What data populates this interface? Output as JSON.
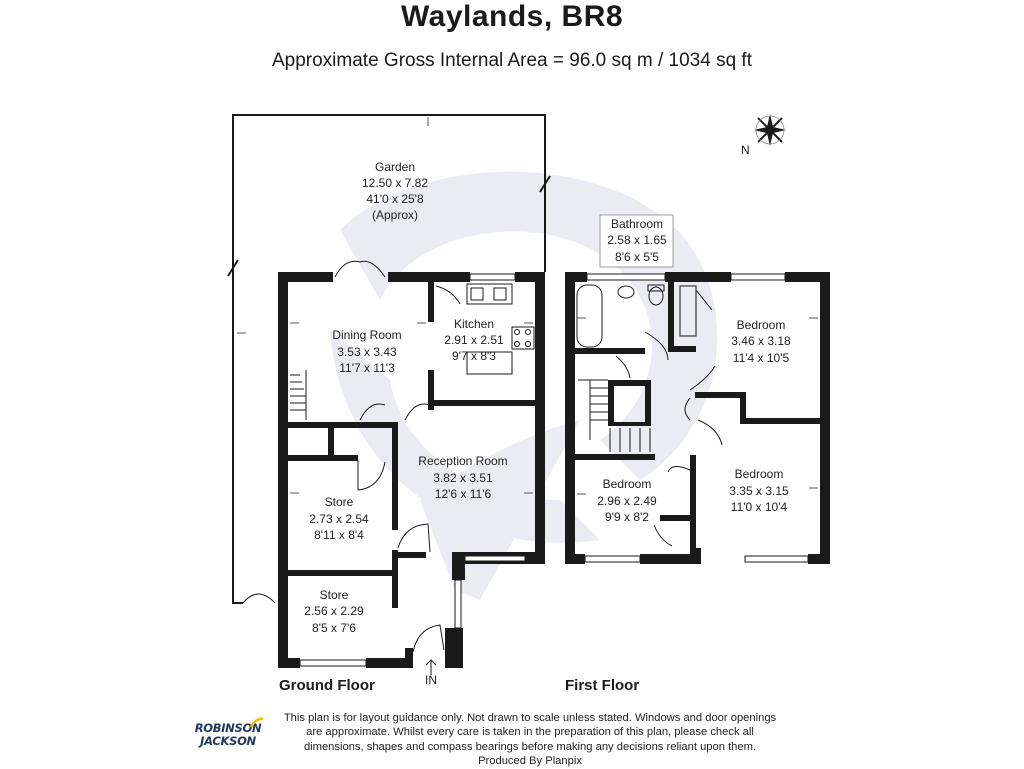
{
  "header": {
    "title": "Waylands, BR8",
    "area": "Approximate Gross Internal Area = 96.0 sq m / 1034 sq ft"
  },
  "rooms": {
    "garden": {
      "name": "Garden",
      "metric": "12.50 x 7.82",
      "imperial": "41'0 x 25'8",
      "note": "(Approx)"
    },
    "dining": {
      "name": "Dining Room",
      "metric": "3.53 x 3.43",
      "imperial": "11'7 x 11'3"
    },
    "kitchen": {
      "name": "Kitchen",
      "metric": "2.91 x 2.51",
      "imperial": "9'7 x 8'3"
    },
    "reception": {
      "name": "Reception Room",
      "metric": "3.82 x 3.51",
      "imperial": "12'6 x 11'6"
    },
    "store1": {
      "name": "Store",
      "metric": "2.73 x 2.54",
      "imperial": "8'11 x 8'4"
    },
    "store2": {
      "name": "Store",
      "metric": "2.56 x 2.29",
      "imperial": "8'5 x 7'6"
    },
    "bathroom": {
      "name": "Bathroom",
      "metric": "2.58 x 1.65",
      "imperial": "8'6 x 5'5"
    },
    "bedroom1": {
      "name": "Bedroom",
      "metric": "3.46 x 3.18",
      "imperial": "11'4 x 10'5"
    },
    "bedroom2": {
      "name": "Bedroom",
      "metric": "3.35 x 3.15",
      "imperial": "11'0 x 10'4"
    },
    "bedroom3": {
      "name": "Bedroom",
      "metric": "2.96 x 2.49",
      "imperial": "9'9 x 8'2"
    }
  },
  "labels": {
    "ground_floor": "Ground Floor",
    "first_floor": "First Floor",
    "entrance": "IN",
    "north": "N"
  },
  "logo": {
    "line1": "ROBINSON",
    "line2": "JACKSON"
  },
  "disclaimer": {
    "line1": "This plan is for layout guidance only. Not drawn to scale unless stated. Windows and door openings",
    "line2": "are approximate. Whilst every care is taken in the preparation of this plan, please check all",
    "line3": "dimensions, shapes and compass bearings before making any decisions reliant upon them.",
    "line4": "Produced By Planpix"
  },
  "colors": {
    "wall": "#1a1a1a",
    "watermark": "#ebebf3",
    "logo": "#1f3a5f",
    "logo_accent": "#f2c200"
  }
}
